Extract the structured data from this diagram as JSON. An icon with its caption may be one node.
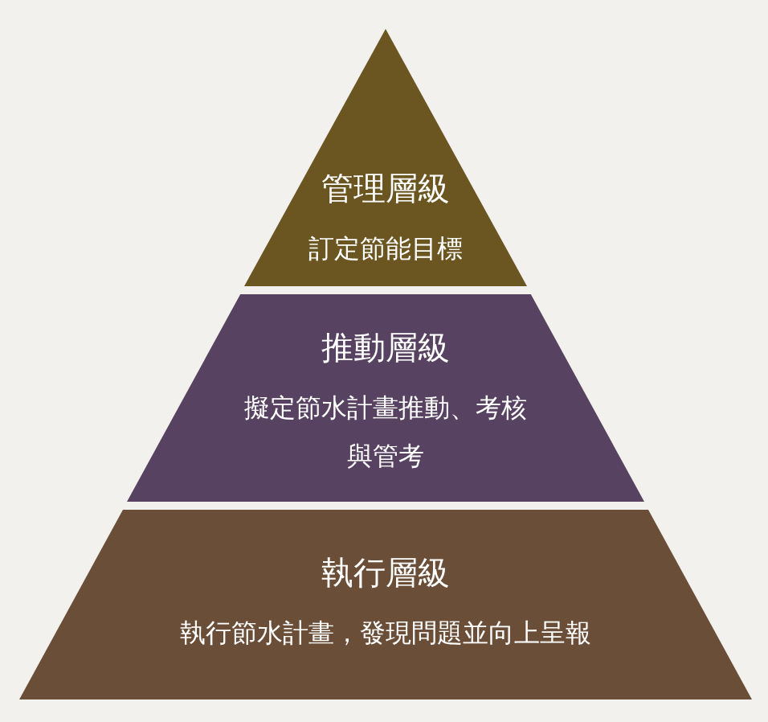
{
  "diagram": {
    "nodes": [
      {
        "text": [
          "管理層級",
          "訂定節能目標"
        ]
      },
      {
        "text": [
          "推動層級",
          "擬定節水計畫推動、考核與管考"
        ]
      },
      {
        "text": [
          "執行層級",
          "執行節水計畫，發現問題並向上呈報"
        ]
      }
    ]
  }
}
